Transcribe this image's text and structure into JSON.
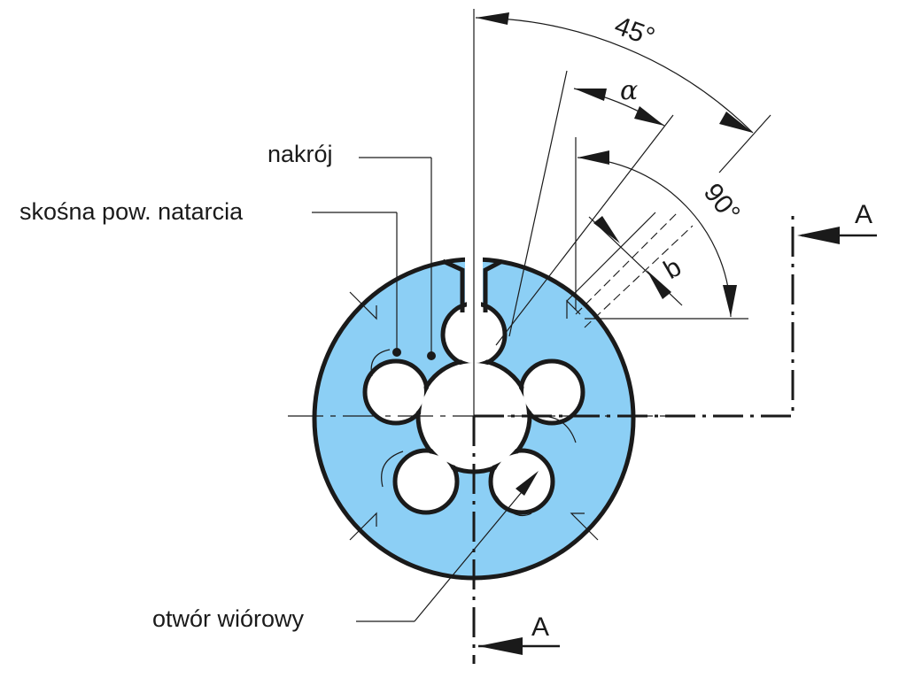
{
  "labels": {
    "nakroj": "nakrój",
    "skosna": "skośna pow. natarcia",
    "otwor": "otwór wiórowy"
  },
  "dimensions": {
    "angle_45": "45°",
    "angle_90": "90°",
    "alpha": "α",
    "b": "b"
  },
  "section": {
    "top": "A",
    "bottom": "A"
  },
  "colors": {
    "body_fill": "#8ccff5",
    "outline": "#1a1a1a"
  }
}
